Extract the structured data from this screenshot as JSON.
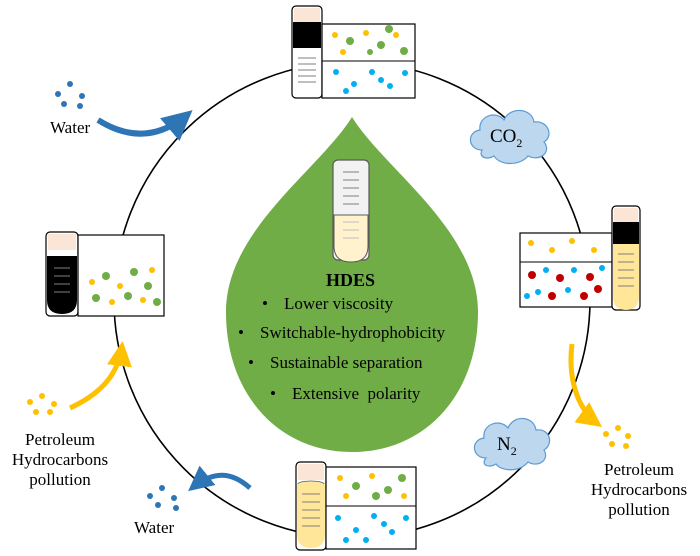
{
  "labels": {
    "water_top": "Water",
    "water_bottom": "Water",
    "petroleum_left": [
      "Petroleum",
      "Hydrocarbons",
      "pollution"
    ],
    "petroleum_right": [
      "Petroleum",
      "Hydrocarbons",
      "pollution"
    ],
    "co2": {
      "base": "CO",
      "sub": "2"
    },
    "n2": {
      "base": "N",
      "sub": "2"
    }
  },
  "center": {
    "title": "HDES",
    "bullets": [
      "Lower viscosity",
      "Switchable-hydrophobicity",
      "Sustainable separation",
      "Extensive  polarity"
    ]
  },
  "colors": {
    "drop_green": "#70AD47",
    "cycle_line": "#000000",
    "cloud_fill": "#BDD7EE",
    "cloud_stroke": "#5B9BD5",
    "arrow_blue": "#2E75B6",
    "arrow_yellow": "#FFC000",
    "dot_blue": "#2E75B6",
    "dot_yellow": "#FFC000",
    "dot_green": "#70AD47",
    "dot_cyan": "#00B0F0",
    "dot_red": "#C00000",
    "tube_cap": "#FBE5D6",
    "tube_solvent": "#FFE699"
  }
}
